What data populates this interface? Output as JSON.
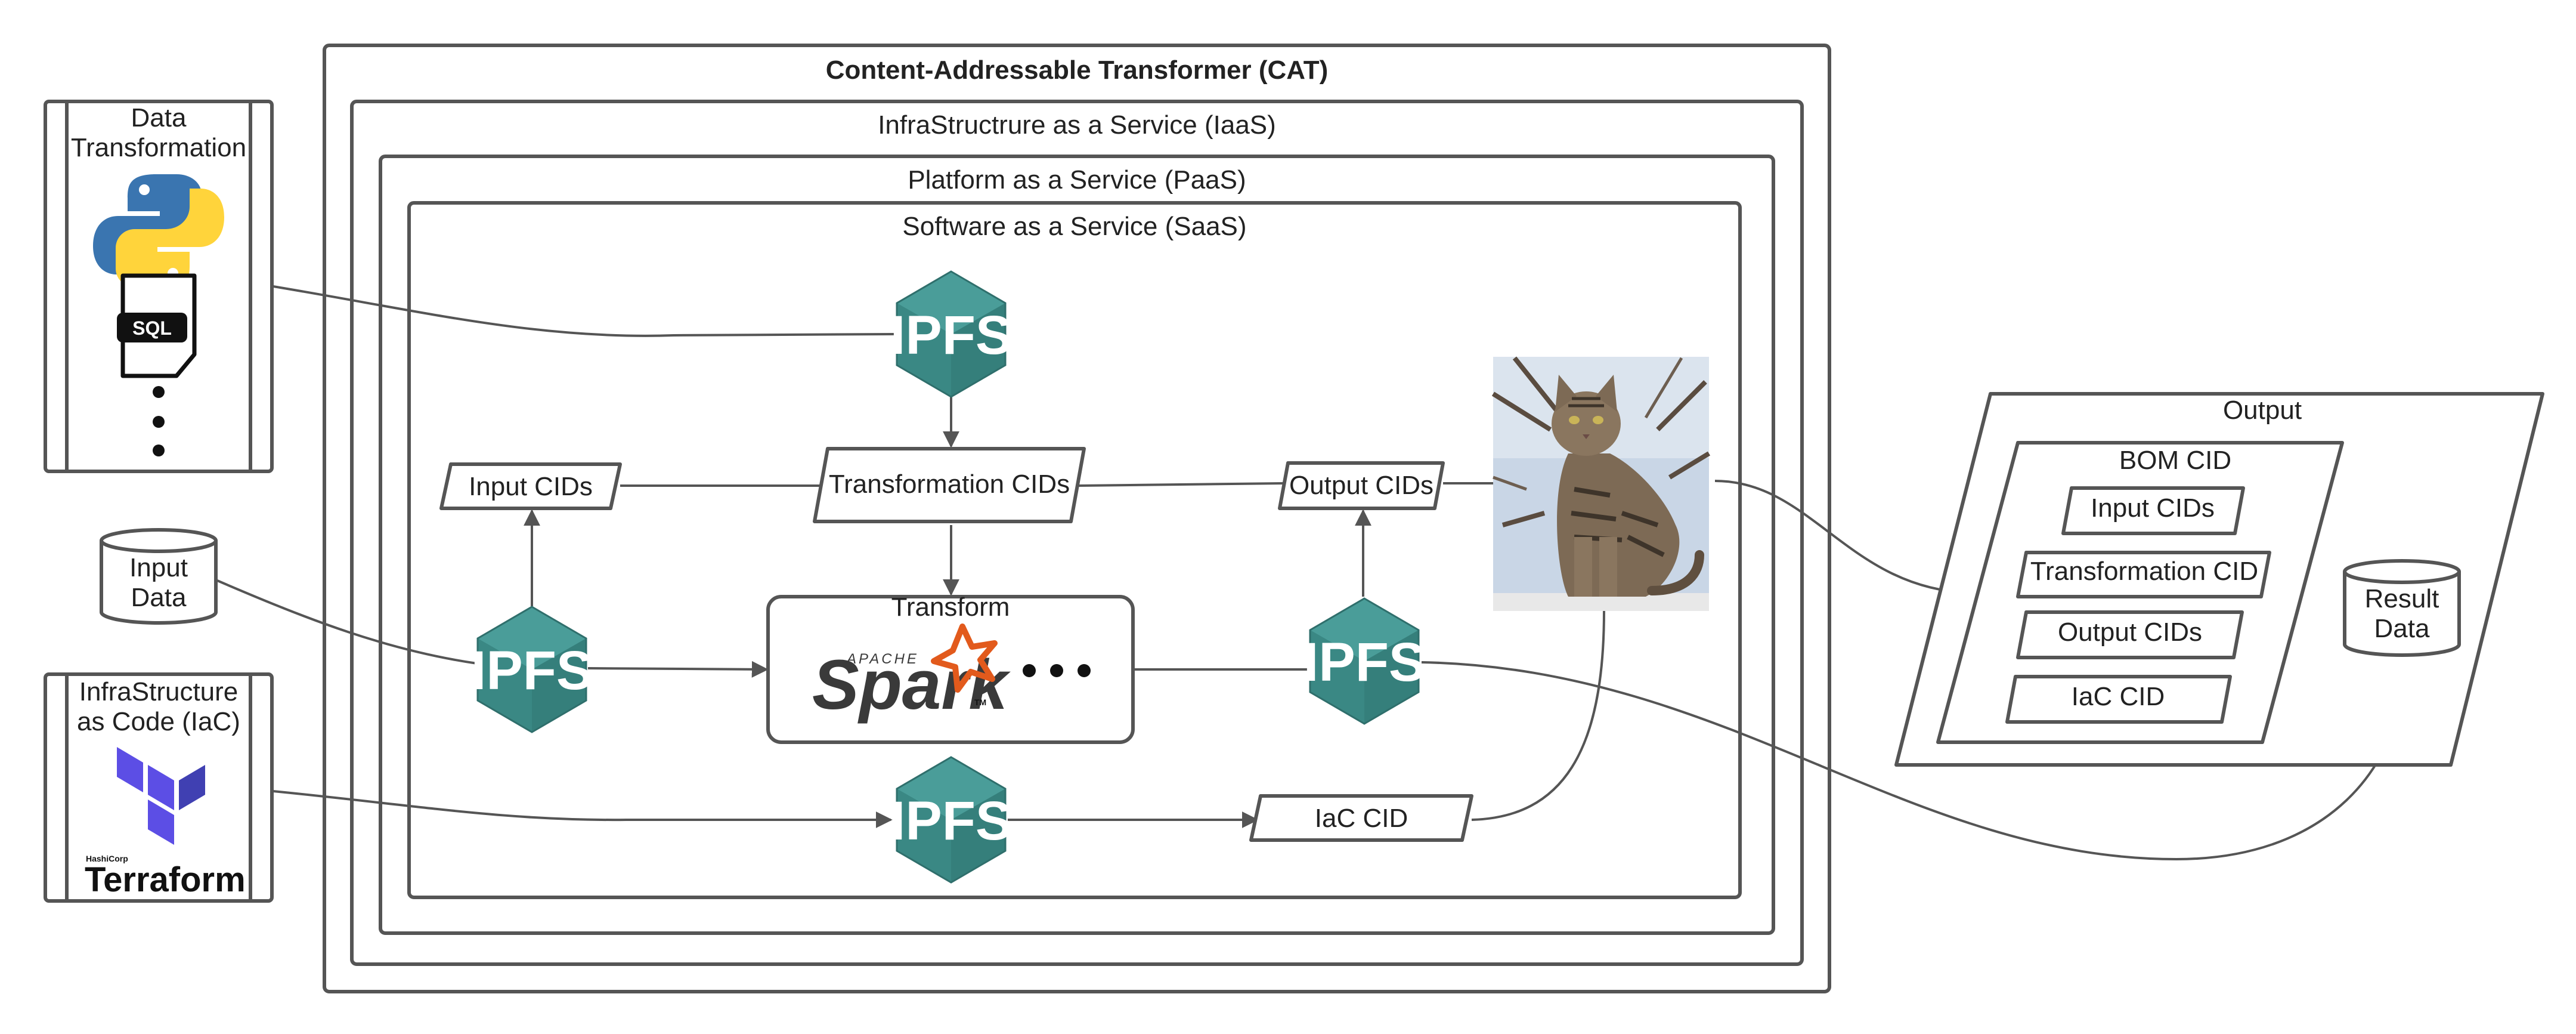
{
  "outer": {
    "cat_title": "Content-Addressable Transformer (CAT)",
    "iaas_title": "InfraStructrure as a Service (IaaS)",
    "paas_title": "Platform as a Service (PaaS)",
    "saas_title": "Software as a Service (SaaS)"
  },
  "left_panel": {
    "data_transformation_line1": "Data",
    "data_transformation_line2": "Transformation",
    "sql_label": "SQL",
    "input_data_line1": "Input",
    "input_data_line2": "Data",
    "iac_line1": "InfraStructure",
    "iac_line2": "as Code (IaC)",
    "hashicorp_label": "HashiCorp",
    "terraform_label": "Terraform"
  },
  "saas": {
    "ipfs_label": "IPFS",
    "input_cids": "Input CIDs",
    "transformation_cids": "Transformation CIDs",
    "output_cids": "Output CIDs",
    "transform_label": "Transform",
    "apache_label": "APACHE",
    "spark_label": "Spark",
    "tm_label": "TM",
    "iac_cid": "IaC CID"
  },
  "output": {
    "title": "Output",
    "bom_cid": "BOM CID",
    "input_cids": "Input CIDs",
    "transformation_cid": "Transformation CID",
    "output_cids": "Output CIDs",
    "iac_cid": "IaC CID",
    "result_data_line1": "Result",
    "result_data_line2": "Data"
  },
  "colors": {
    "ipfs_teal": "#3f8f8b",
    "ipfs_dark": "#2f6f6c",
    "terraform_purple": "#5c4ee5",
    "python_blue": "#3a75b0",
    "python_yellow": "#ffd43b",
    "spark_orange": "#e25a1c"
  }
}
